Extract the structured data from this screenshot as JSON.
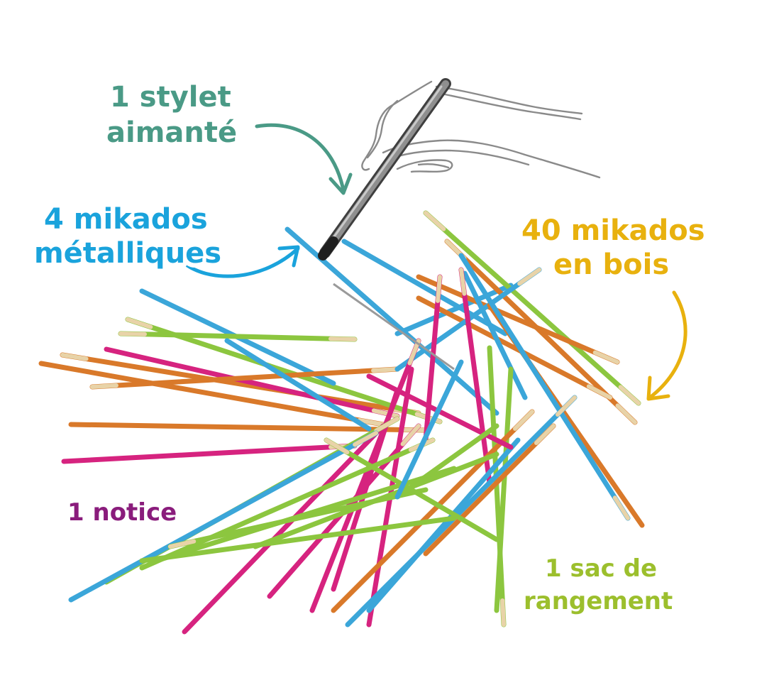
{
  "labels": {
    "stylus_line1": "1 stylet",
    "stylus_line2": "aimanté",
    "metal_line1": "4 mikados",
    "metal_line2": "métalliques",
    "wood_line1": "40 mikados",
    "wood_line2": "en bois",
    "notice": "1 notice",
    "bag_line1": "1 sac de",
    "bag_line2": "rangement"
  },
  "colors": {
    "stylus_label": "#4a9a86",
    "metal_label": "#1aa3dc",
    "wood_label": "#e8b10e",
    "notice_label": "#8a1c7c",
    "bag_label": "#9cbf2d",
    "stick_blue": "#3ba6d9",
    "stick_magenta": "#d6237f",
    "stick_green": "#8cc63f",
    "stick_orange": "#d9792a",
    "wood_tip": "#e8d3a8",
    "stylus_metal": "#6b6b6b"
  },
  "icons": [
    "hand-drawing-icon",
    "magnetic-stylus-icon"
  ]
}
